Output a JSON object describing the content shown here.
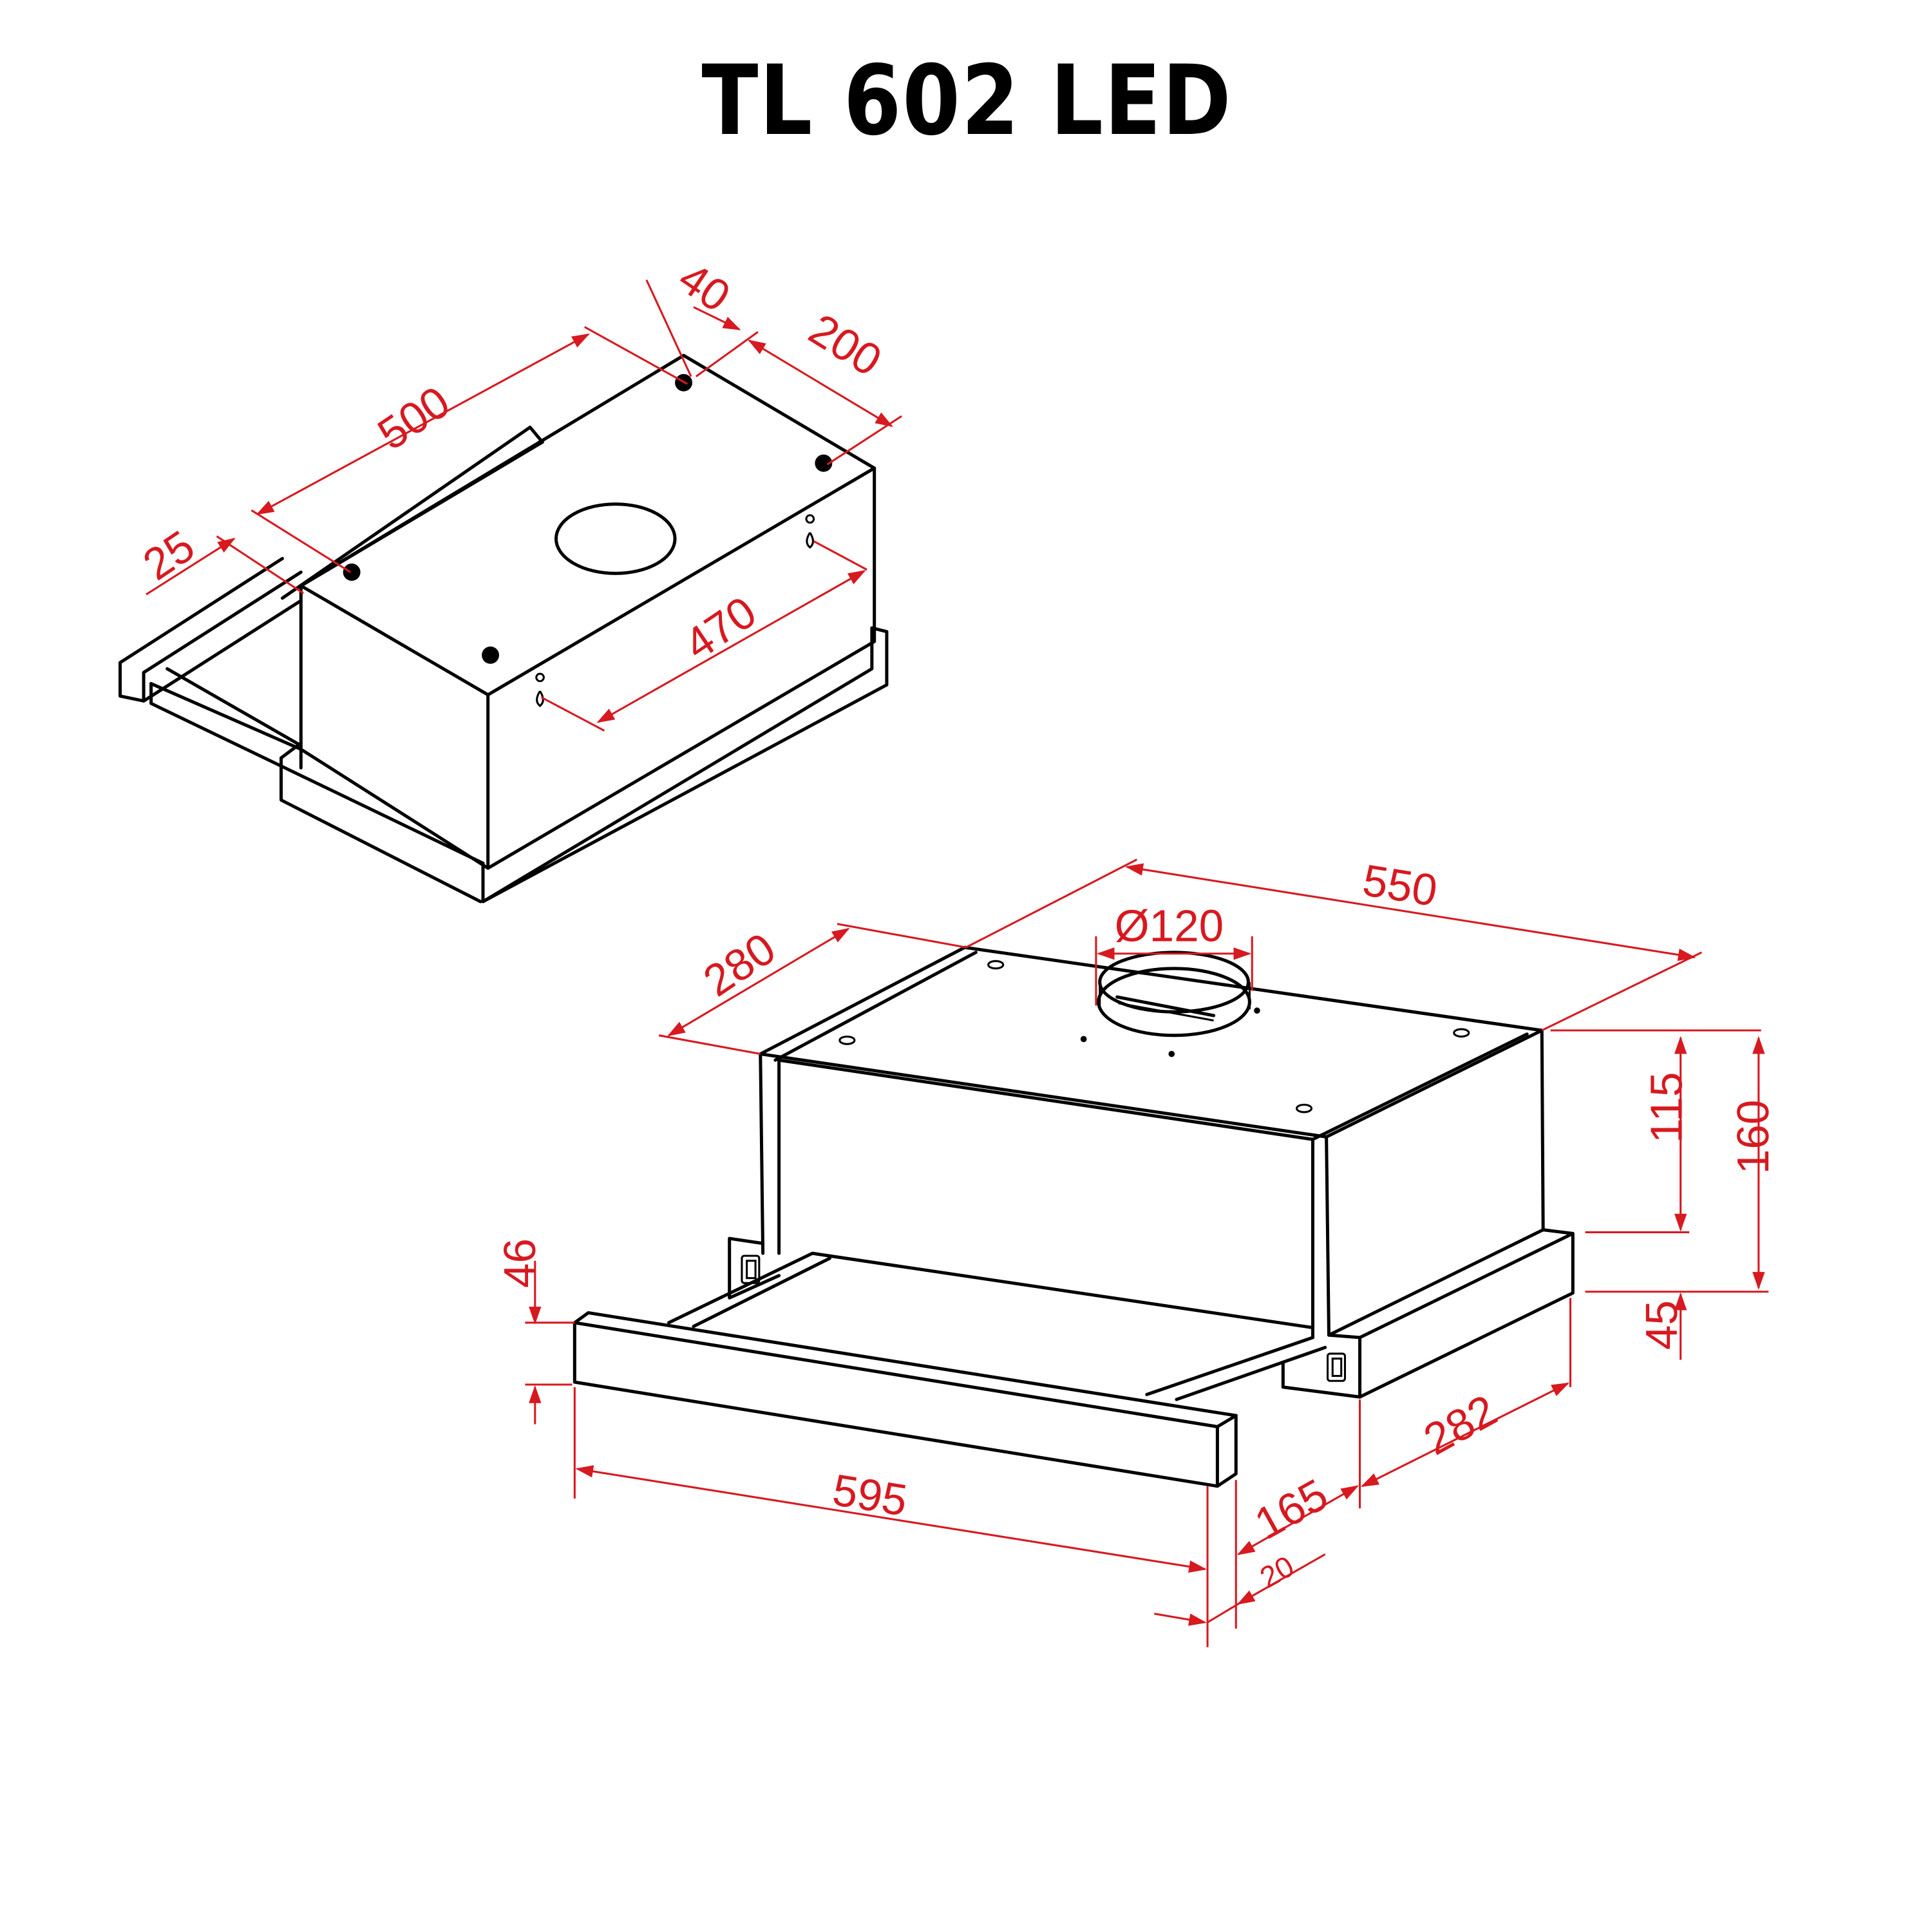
{
  "title": "TL 602 LED",
  "colors": {
    "dimension": "#d71920",
    "outline": "#000000",
    "background": "#ffffff"
  },
  "top_view": {
    "dimensions": {
      "d40": "40",
      "d200": "200",
      "d500": "500",
      "d25": "25",
      "d470": "470"
    }
  },
  "front_view": {
    "dimensions": {
      "d550": "550",
      "d280": "280",
      "d120": "Ø120",
      "d115": "115",
      "d160": "160",
      "d45": "45",
      "d46": "46",
      "d595": "595",
      "d282": "282",
      "d165": "165",
      "d20": "20"
    }
  }
}
